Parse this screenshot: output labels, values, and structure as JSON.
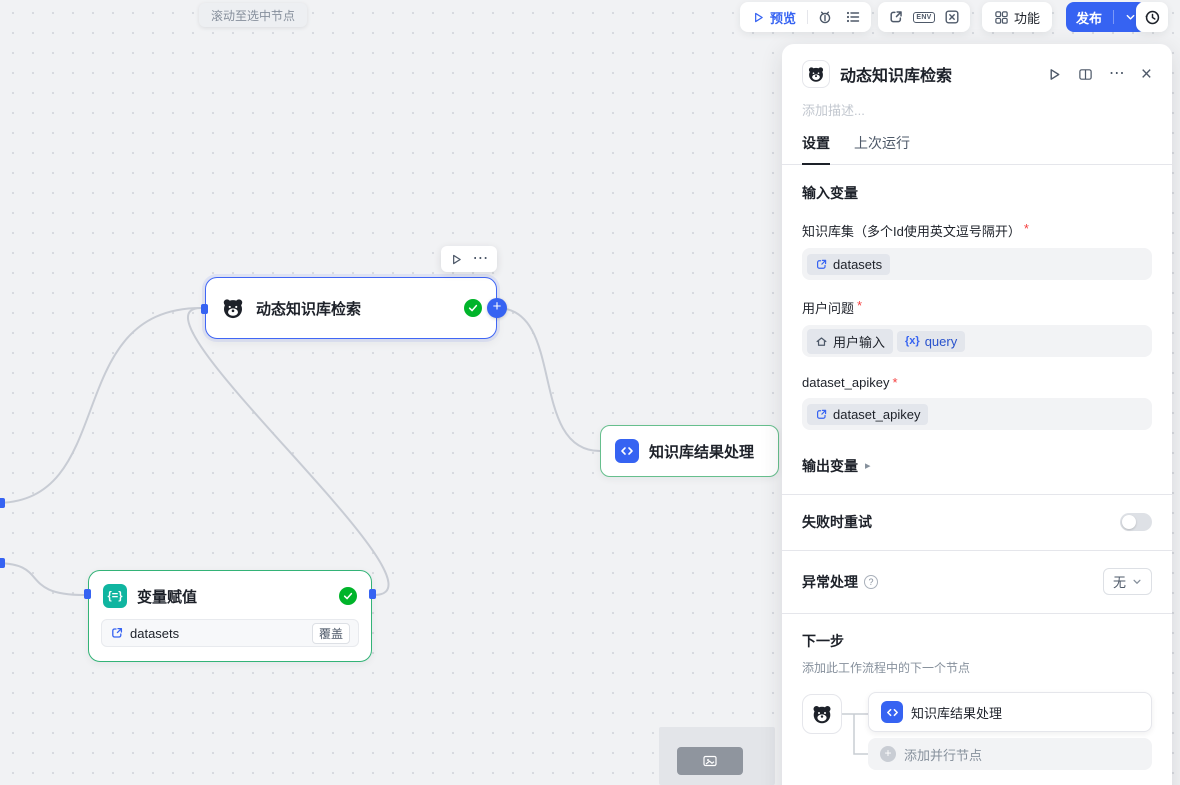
{
  "toolbar": {
    "scroll_tooltip": "滚动至选中节点",
    "preview": "预览",
    "features": "功能",
    "publish": "发布"
  },
  "nodes": {
    "retrieval": {
      "title": "动态知识库检索"
    },
    "result": {
      "title": "知识库结果处理"
    },
    "assign": {
      "title": "变量赋值",
      "tag": "datasets",
      "badge": "覆盖"
    }
  },
  "panel": {
    "title": "动态知识库检索",
    "description_placeholder": "添加描述...",
    "tabs": {
      "settings": "设置",
      "last_run": "上次运行"
    },
    "sections": {
      "input": "输入变量",
      "output": "输出变量"
    },
    "required_mark": "*",
    "fields": {
      "dataset": {
        "label": "知识库集（多个Id使用英文逗号隔开）",
        "value": "datasets"
      },
      "query": {
        "label": "用户问题",
        "source": "用户输入",
        "var_badge": "{x}",
        "var_name": "query"
      },
      "apikey": {
        "label": "dataset_apikey",
        "value": "dataset_apikey"
      }
    },
    "retry_label": "失败时重试",
    "exception_label": "异常处理",
    "exception_value": "无",
    "next": {
      "title": "下一步",
      "hint": "添加此工作流程中的下一个节点",
      "node": "知识库结果处理",
      "add_parallel": "添加并行节点"
    }
  },
  "icons": {
    "more": "⋯",
    "close": "×",
    "plus": "+",
    "assign": "{=}",
    "question": "?",
    "env": "ENV",
    "collapse": "▸"
  },
  "colors": {
    "accent": "#3663f2",
    "success": "#00b42a"
  }
}
